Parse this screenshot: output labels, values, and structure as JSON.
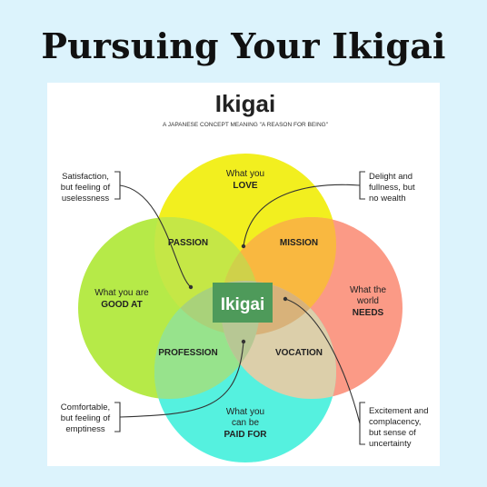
{
  "banner": {
    "title": "Pursuing Your Ikigai"
  },
  "diagram": {
    "title": "Ikigai",
    "subtitle": "A JAPANESE CONCEPT MEANING \"A REASON FOR BEING\"",
    "center": "Ikigai",
    "circles": {
      "love": {
        "line1": "What you",
        "line2": "LOVE",
        "color": "#f2ef1f"
      },
      "good_at": {
        "line1": "What you are",
        "line2": "GOOD AT",
        "color": "#b6ea48"
      },
      "needs": {
        "line1": "What the",
        "line2": "world",
        "line3": "NEEDS",
        "color": "#fb9a86"
      },
      "paid_for": {
        "line1": "What you",
        "line2": "can be",
        "line3": "PAID FOR",
        "color": "#55f1df"
      }
    },
    "overlaps": {
      "passion": "PASSION",
      "mission": "MISSION",
      "profession": "PROFESSION",
      "vocation": "VOCATION"
    },
    "annotations": {
      "top_left": [
        "Satisfaction,",
        "but feeling of",
        "uselessness"
      ],
      "top_right": [
        "Delight and",
        "fullness, but",
        "no wealth"
      ],
      "bottom_left": [
        "Comfortable,",
        "but feeling of",
        "emptiness"
      ],
      "bottom_right": [
        "Excitement and",
        "complacency,",
        "but sense of",
        "uncertainty"
      ]
    }
  }
}
